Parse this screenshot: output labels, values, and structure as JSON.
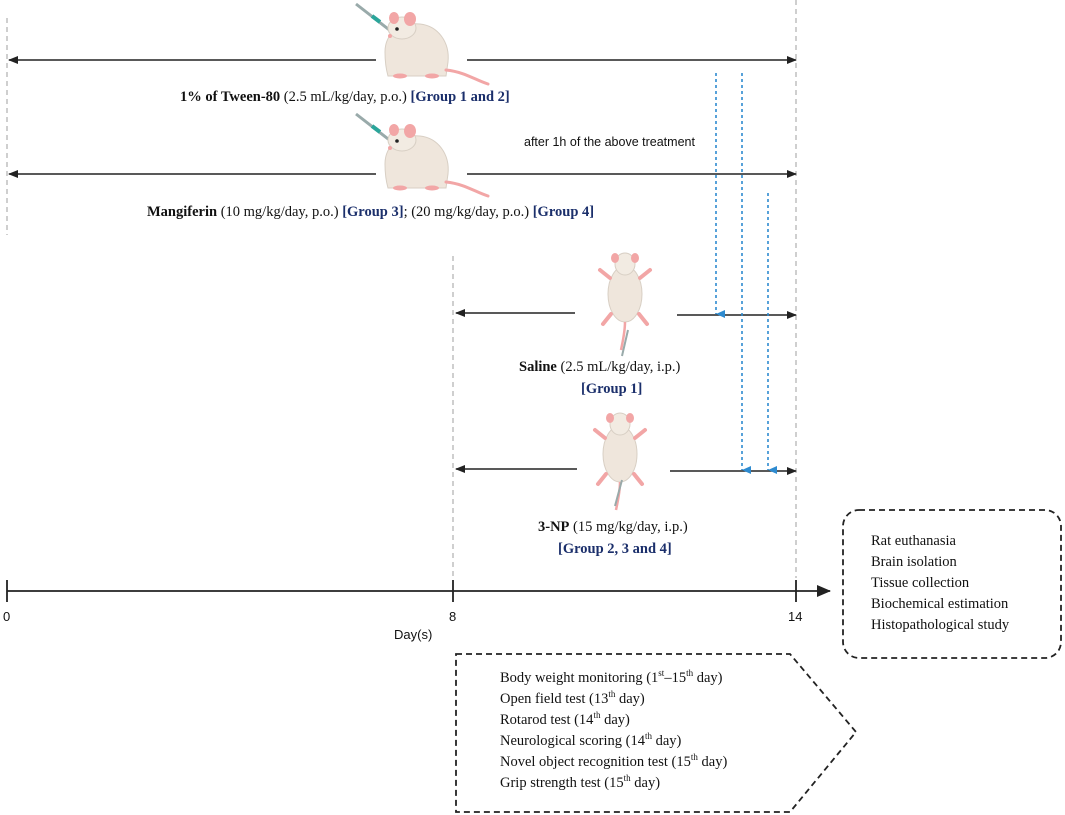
{
  "timeline": {
    "axis_label": "Day(s)",
    "ticks": [
      "0",
      "8",
      "14"
    ]
  },
  "treatments": {
    "tween": {
      "name": "1% of Tween-80",
      "dose": " (2.5 mL/kg/day, p.o.) ",
      "group": "[Group 1 and 2]"
    },
    "mangiferin": {
      "name": "Mangiferin",
      "dose1": " (10 mg/kg/day, p.o.) ",
      "group1": "[Group 3]",
      "dose2": "; (20 mg/kg/day, p.o.) ",
      "group2": "[Group 4]"
    },
    "after_note": "after 1h of the above treatment",
    "saline": {
      "name": "Saline",
      "dose": " (2.5 mL/kg/day, i.p.)",
      "group": "[Group 1]"
    },
    "np3": {
      "name": "3-NP",
      "dose": " (15 mg/kg/day, i.p.)",
      "group": "[Group 2, 3 and 4]"
    }
  },
  "endpoint_box": {
    "items": [
      "Rat euthanasia",
      "Brain isolation",
      "Tissue collection",
      "Biochemical estimation",
      "Histopathological study"
    ]
  },
  "tests_box": {
    "items": [
      {
        "pre": "Body weight monitoring (1",
        "sup1": "st",
        "mid": "–15",
        "sup2": "th",
        "post": " day)"
      },
      {
        "pre": "Open field test (13",
        "sup1": "th",
        "post": " day)"
      },
      {
        "pre": "Rotarod test (14",
        "sup1": "th",
        "post": " day)"
      },
      {
        "pre": "Neurological scoring  (14",
        "sup1": "th",
        "post": " day)"
      },
      {
        "pre": "Novel object recognition test  (15",
        "sup1": "th",
        "post": " day)"
      },
      {
        "pre": "Grip strength test (15",
        "sup1": "th",
        "post": " day)"
      }
    ]
  },
  "colors": {
    "group_text": "#1b2f6b",
    "dotted_arrow": "#2e8bd0",
    "guide_line": "#b5b5b5",
    "rat_fur": "#efe6dc",
    "rat_pink": "#f2a6a6"
  }
}
